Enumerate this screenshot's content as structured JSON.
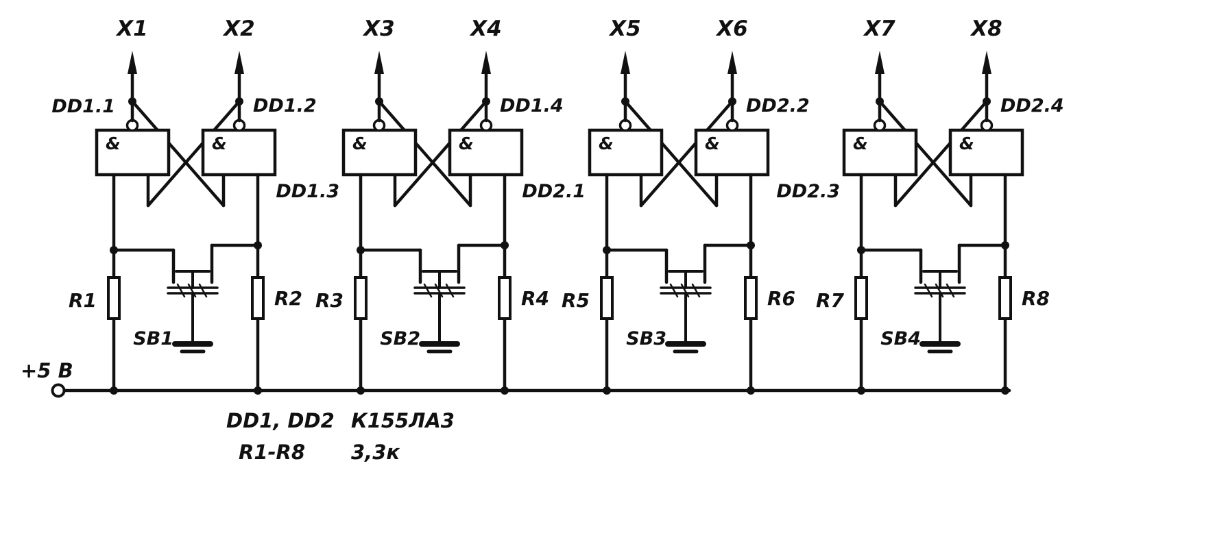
{
  "diagram": {
    "type": "circuit-schematic",
    "power_label": "+5 В",
    "gate_symbol": "&",
    "sections": [
      {
        "outputs": [
          "X1",
          "X2"
        ],
        "gate_labels": [
          "DD1.1",
          "DD1.2"
        ],
        "first_label_position": "top",
        "resistors": [
          "R1",
          "R2"
        ],
        "button": "SB1"
      },
      {
        "outputs": [
          "X3",
          "X4"
        ],
        "gate_labels": [
          "DD1.3",
          "DD1.4"
        ],
        "first_label_position": "side",
        "resistors": [
          "R3",
          "R4"
        ],
        "button": "SB2"
      },
      {
        "outputs": [
          "X5",
          "X6"
        ],
        "gate_labels": [
          "DD2.1",
          "DD2.2"
        ],
        "first_label_position": "side",
        "resistors": [
          "R5",
          "R6"
        ],
        "button": "SB3"
      },
      {
        "outputs": [
          "X7",
          "X8"
        ],
        "gate_labels": [
          "DD2.3",
          "DD2.4"
        ],
        "first_label_position": "side",
        "resistors": [
          "R7",
          "R8"
        ],
        "button": "SB4"
      }
    ],
    "notes": [
      {
        "label": "DD1, DD2",
        "value": "К155ЛА3"
      },
      {
        "label": "R1-R8",
        "value": "3,3к"
      }
    ],
    "ink_color": "#111111",
    "background_color": "#ffffff"
  }
}
